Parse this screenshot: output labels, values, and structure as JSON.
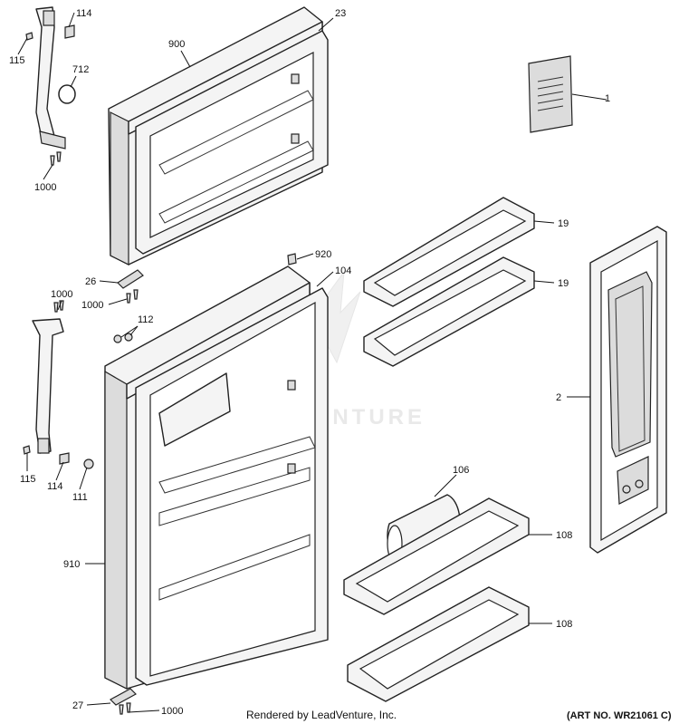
{
  "watermark": "LEADVENTURE",
  "footer": {
    "rendered_by": "Rendered by LeadVenture, Inc.",
    "art_no": "(ART NO. WR21061 C)"
  },
  "callouts": {
    "c114a": "114",
    "c115a": "115",
    "c712": "712",
    "c1000a": "1000",
    "c900": "900",
    "c23": "23",
    "c1": "1",
    "c19a": "19",
    "c19b": "19",
    "c920": "920",
    "c104": "104",
    "c26": "26",
    "c1000b": "1000",
    "c1000c": "1000",
    "c112": "112",
    "c2": "2",
    "c115b": "115",
    "c114b": "114",
    "c111": "111",
    "c106": "106",
    "c108a": "108",
    "c910": "910",
    "c108b": "108",
    "c27": "27",
    "c1000d": "1000"
  }
}
